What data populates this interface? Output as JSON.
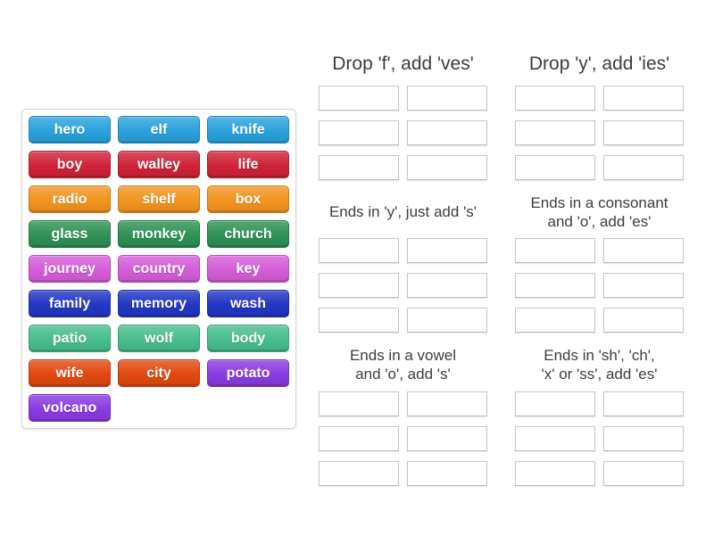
{
  "page": {
    "background_color": "#ffffff",
    "header_text_color": "#3d3d3d",
    "slot_border_color": "#c6c6c6"
  },
  "word_bank": {
    "tiles": [
      {
        "label": "hero",
        "color": "#2aa2dc"
      },
      {
        "label": "elf",
        "color": "#2aa2dc"
      },
      {
        "label": "knife",
        "color": "#2aa2dc"
      },
      {
        "label": "boy",
        "color": "#d02238"
      },
      {
        "label": "walley",
        "color": "#d02238"
      },
      {
        "label": "life",
        "color": "#d02238"
      },
      {
        "label": "radio",
        "color": "#f2941e"
      },
      {
        "label": "shelf",
        "color": "#f2941e"
      },
      {
        "label": "box",
        "color": "#f2941e"
      },
      {
        "label": "glass",
        "color": "#2e9154"
      },
      {
        "label": "monkey",
        "color": "#2e9154"
      },
      {
        "label": "church",
        "color": "#2e9154"
      },
      {
        "label": "journey",
        "color": "#d55cd8"
      },
      {
        "label": "country",
        "color": "#d55cd8"
      },
      {
        "label": "key",
        "color": "#d55cd8"
      },
      {
        "label": "family",
        "color": "#2236c4"
      },
      {
        "label": "memory",
        "color": "#2236c4"
      },
      {
        "label": "wash",
        "color": "#2236c4"
      },
      {
        "label": "patio",
        "color": "#48bd8d"
      },
      {
        "label": "wolf",
        "color": "#48bd8d"
      },
      {
        "label": "body",
        "color": "#48bd8d"
      },
      {
        "label": "wife",
        "color": "#e2490f"
      },
      {
        "label": "city",
        "color": "#e2490f"
      },
      {
        "label": "potato",
        "color": "#8a3be2"
      },
      {
        "label": "volcano",
        "color": "#8a3be2"
      }
    ]
  },
  "categories": {
    "groups": [
      {
        "label": "Drop 'f', add 'ves'",
        "slots": 6
      },
      {
        "label": "Drop 'y', add 'ies'",
        "slots": 6
      },
      {
        "label": "Ends in 'y', just add 's'",
        "slots": 6
      },
      {
        "label": "Ends in a consonant\nand 'o', add 'es'",
        "slots": 6
      },
      {
        "label": "Ends in a vowel\nand 'o', add 's'",
        "slots": 6
      },
      {
        "label": "Ends in 'sh', 'ch',\n'x' or 'ss', add 'es'",
        "slots": 6
      }
    ]
  }
}
